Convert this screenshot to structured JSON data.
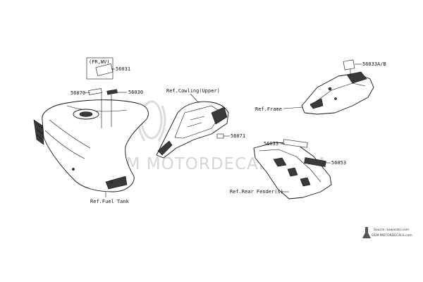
{
  "labels": {
    "fr_wv": "(FR,WV)",
    "p56031": "56031",
    "p56070": "56070",
    "p56030": "56030",
    "ref_fuel_tank": "Ref.Fuel Tank",
    "ref_cowling_upper": "Ref.Cowling(Upper)",
    "p56071": "56071",
    "ref_frame": "Ref.Frame",
    "p56033ab": "56033A/B",
    "p56033": "56033",
    "p56053": "56053",
    "ref_rear_fender": "Ref.Rear Fender(s)"
  },
  "watermark": {
    "text": "OEM MOTORDECALS.COM"
  },
  "source": {
    "line1": "Source: kawasaki.com",
    "line2": "OEM-MOTORDECALS.com"
  }
}
